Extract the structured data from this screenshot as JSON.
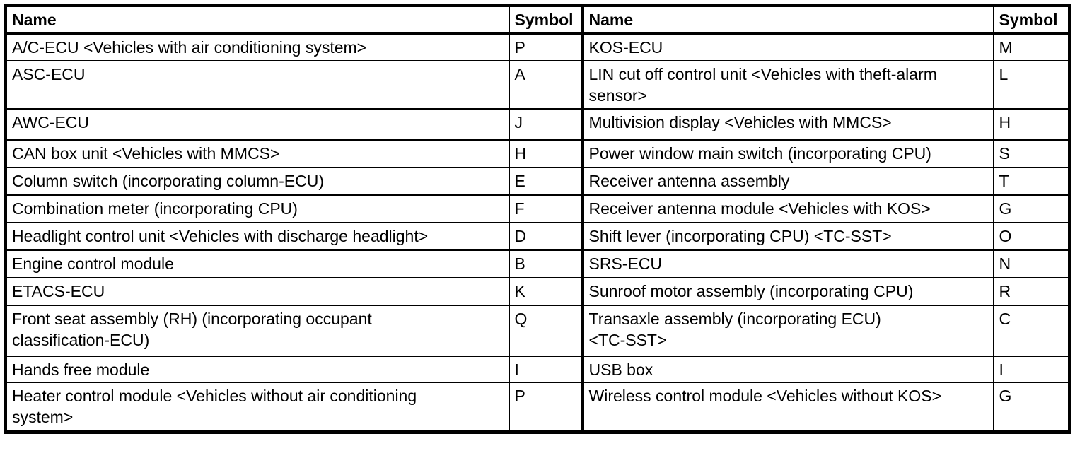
{
  "colors": {
    "border": "#000000",
    "text": "#000000",
    "background": "#ffffff"
  },
  "table": {
    "headers": [
      "Name",
      "Symbol",
      "Name",
      "Symbol"
    ],
    "rows": [
      [
        "A/C-ECU <Vehicles with air conditioning system>",
        "P",
        "KOS-ECU",
        "M"
      ],
      [
        "ASC-ECU",
        "A",
        "LIN cut off control unit <Vehicles with theft-alarm\nsensor>",
        "L"
      ],
      [
        "AWC-ECU",
        "J",
        "Multivision display <Vehicles with MMCS>",
        "H"
      ],
      [
        "CAN box unit <Vehicles with MMCS>",
        "H",
        "Power window main switch (incorporating CPU)",
        "S"
      ],
      [
        "Column switch (incorporating column-ECU)",
        "E",
        "Receiver antenna assembly",
        "T"
      ],
      [
        "Combination meter (incorporating CPU)",
        "F",
        "Receiver antenna module <Vehicles with KOS>",
        "G"
      ],
      [
        "Headlight control unit <Vehicles with discharge headlight>",
        "D",
        "Shift lever (incorporating CPU) <TC-SST>",
        "O"
      ],
      [
        "Engine control module",
        "B",
        "SRS-ECU",
        "N"
      ],
      [
        "ETACS-ECU",
        "K",
        "Sunroof motor assembly (incorporating CPU)",
        "R"
      ],
      [
        "Front seat assembly (RH) (incorporating occupant\nclassification-ECU)",
        "Q",
        "Transaxle assembly (incorporating ECU)\n<TC-SST>",
        "C"
      ],
      [
        "Hands free module",
        "I",
        "USB box",
        "I"
      ],
      [
        "Heater control module <Vehicles without air conditioning\nsystem>",
        "P",
        "Wireless control module <Vehicles without KOS>",
        "G"
      ]
    ]
  }
}
